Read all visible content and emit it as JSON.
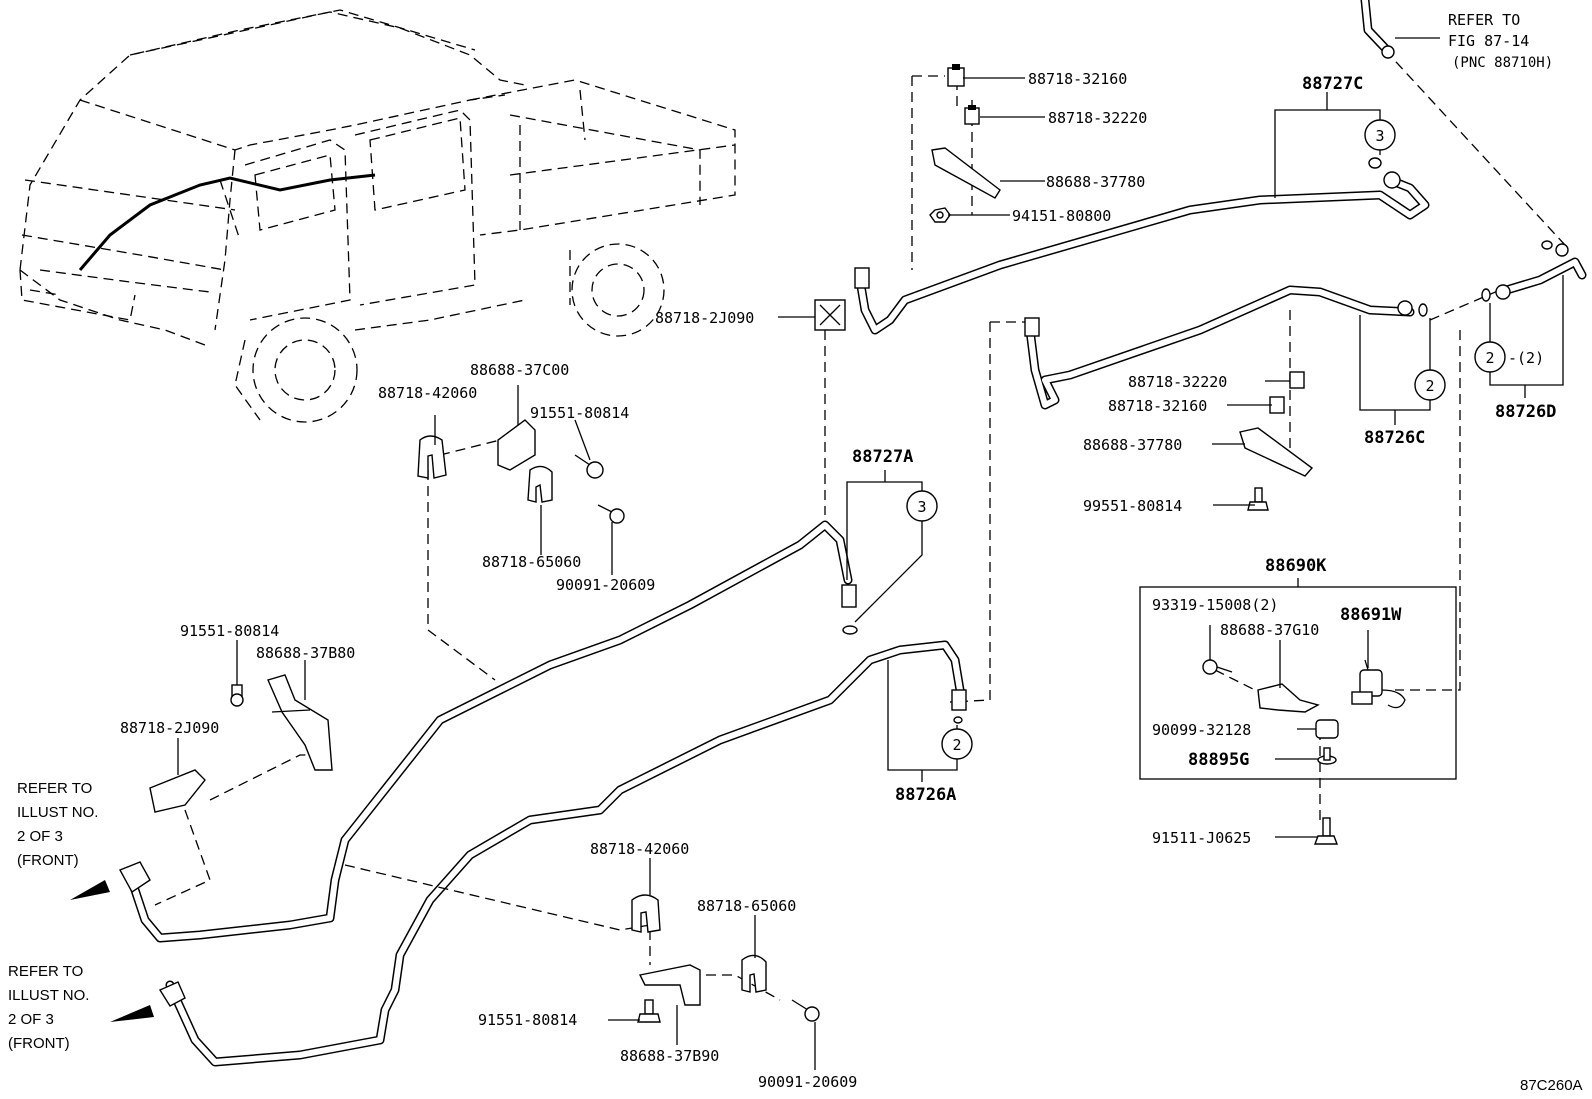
{
  "figure": {
    "code": "87C260A",
    "refer_top": [
      "REFER TO",
      "FIG 87-14",
      "(PNC 88710H)"
    ],
    "refer_front_1": [
      "REFER TO",
      "ILLUST NO.",
      "2 OF 3",
      "(FRONT)"
    ],
    "refer_front_2": [
      "REFER TO",
      "ILLUST NO.",
      "2 OF 3",
      "(FRONT)"
    ]
  },
  "parts": {
    "p88718_32160_top": "88718-32160",
    "p88718_32220_top": "88718-32220",
    "p88688_37780_top": "88688-37780",
    "p94151_80800": "94151-80800",
    "p88718_2J090_top": "88718-2J090",
    "p88688_37C00": "88688-37C00",
    "p88718_42060_top": "88718-42060",
    "p91551_80814_mid": "91551-80814",
    "p88718_65060_mid": "88718-65060",
    "p90091_20609_mid": "90091-20609",
    "p88727A": "88727A",
    "p88727C": "88727C",
    "p88718_32220_right": "88718-32220",
    "p88718_32160_right": "88718-32160",
    "p88688_37780_right": "88688-37780",
    "p99551_80814": "99551-80814",
    "p88726C": "88726C",
    "p88726D": "88726D",
    "p88726A": "88726A",
    "p88690K": "88690K",
    "p93319_15008": "93319-15008(2)",
    "p88688_37G10": "88688-37G10",
    "p88691W": "88691W",
    "p90099_32128": "90099-32128",
    "p88895G": "88895G",
    "p91511_J0625": "91511-J0625",
    "p91551_80814_left": "91551-80814",
    "p88688_37B80": "88688-37B80",
    "p88718_2J090_left": "88718-2J090",
    "p88718_42060_bot": "88718-42060",
    "p88718_65060_bot": "88718-65060",
    "p91551_80814_bot": "91551-80814",
    "p88688_37B90": "88688-37B90",
    "p90091_20609_bot": "90091-20609"
  },
  "callouts": {
    "c3_a": "3",
    "c3_b": "3",
    "c2_a": "2",
    "c2_b": "2",
    "c2_c": "2",
    "c2_qty": "-(2)"
  }
}
